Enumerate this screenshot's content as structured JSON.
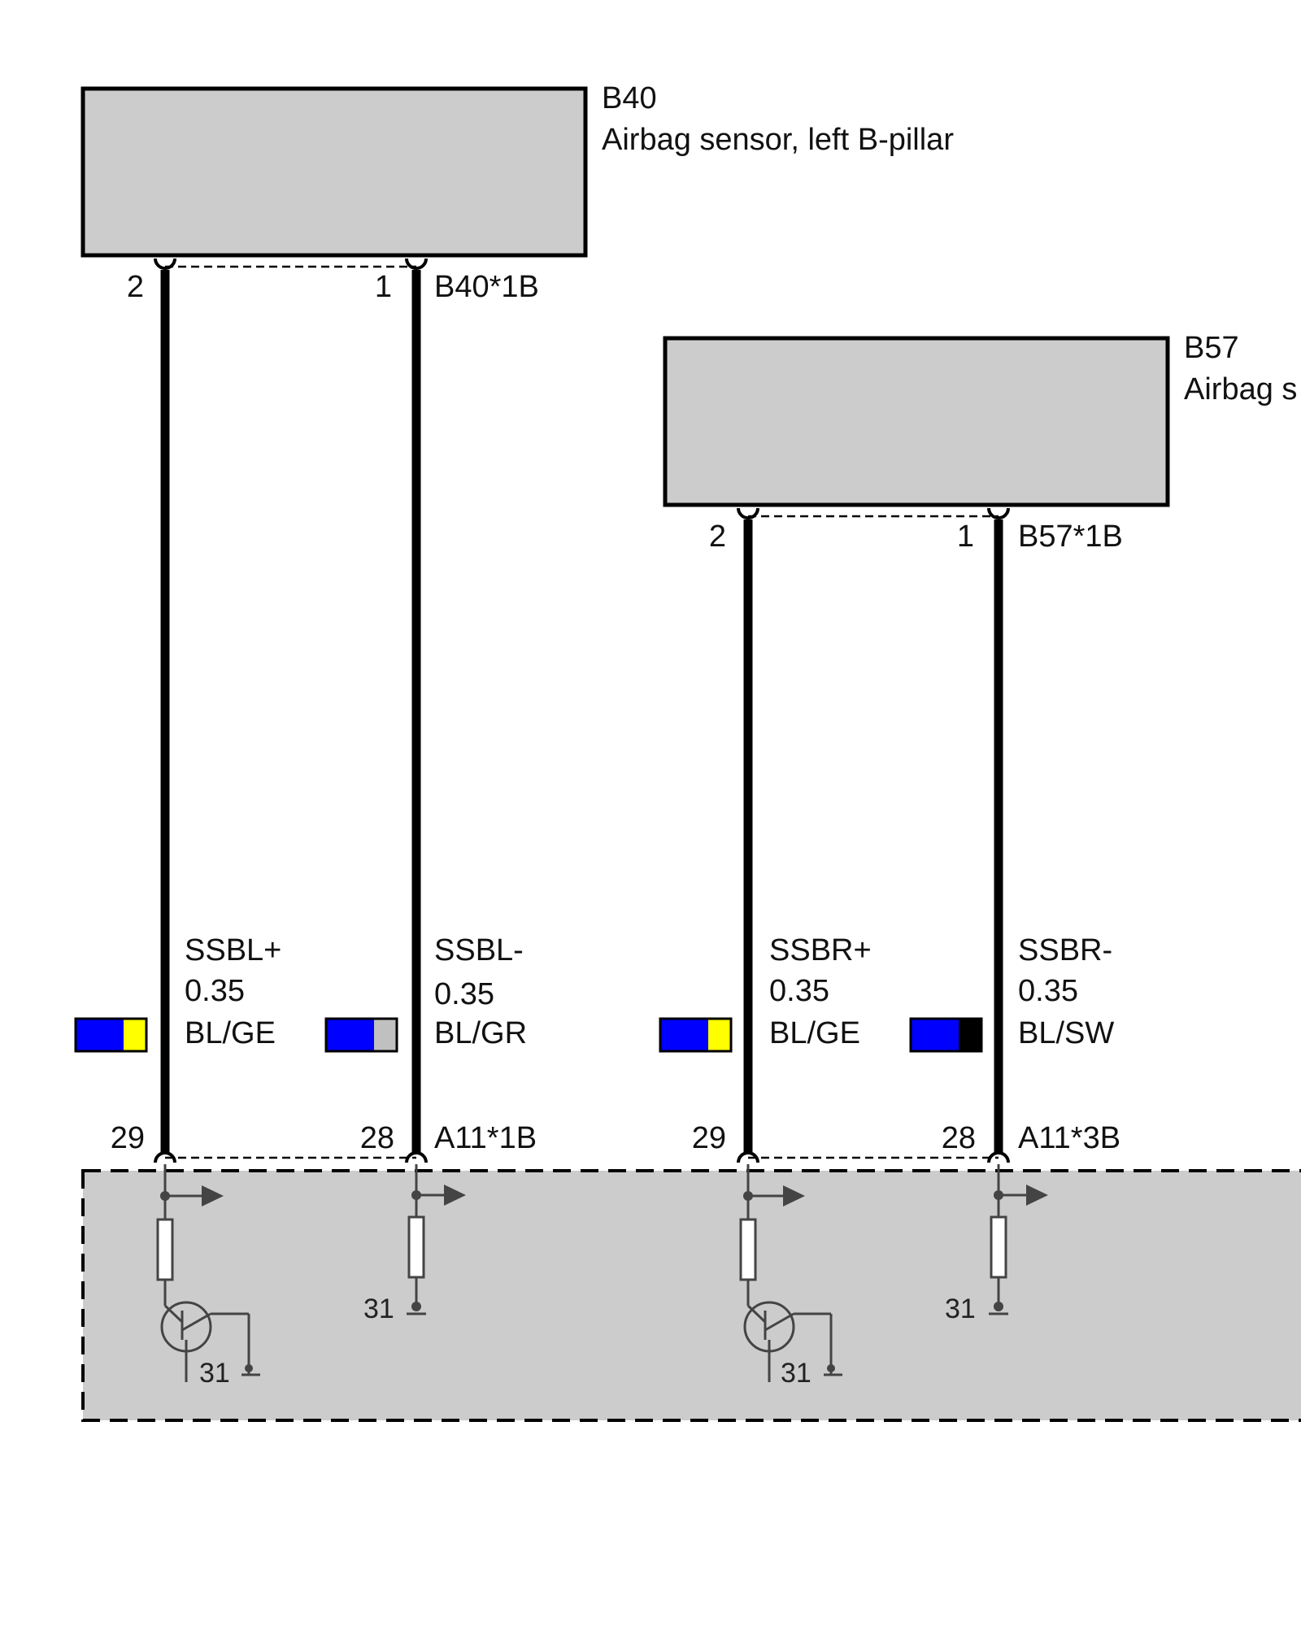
{
  "colors": {
    "component_fill": "#cccccc",
    "wire": "#000000",
    "circuit": "#444444",
    "blue": "#0000ff",
    "yellow": "#ffff00",
    "grey": "#c0c0c0",
    "black": "#000000"
  },
  "components": [
    {
      "id": "B40",
      "code": "B40",
      "description": "Airbag sensor, left B-pillar",
      "connector": "B40*1B",
      "pin_left": "2",
      "pin_right": "1"
    },
    {
      "id": "B57",
      "code": "B57",
      "description": "Airbag s",
      "connector": "B57*1B",
      "pin_left": "2",
      "pin_right": "1"
    }
  ],
  "control_unit": {
    "connectors": [
      {
        "id": "A11*1B",
        "label": "A11*1B",
        "pin_left": "29",
        "pin_right": "28"
      },
      {
        "id": "A11*3B",
        "label": "A11*3B",
        "pin_left": "29",
        "pin_right": "28"
      }
    ],
    "ground_labels": [
      "31",
      "31",
      "31",
      "31"
    ]
  },
  "wires": [
    {
      "signal": "SSBL+",
      "size": "0.35",
      "color_code": "BL/GE",
      "primary": "blue",
      "secondary": "yellow"
    },
    {
      "signal": "SSBL-",
      "size": "0.35",
      "color_code": "BL/GR",
      "primary": "blue",
      "secondary": "grey"
    },
    {
      "signal": "SSBR+",
      "size": "0.35",
      "color_code": "BL/GE",
      "primary": "blue",
      "secondary": "yellow"
    },
    {
      "signal": "SSBR-",
      "size": "0.35",
      "color_code": "BL/SW",
      "primary": "blue",
      "secondary": "black"
    }
  ]
}
